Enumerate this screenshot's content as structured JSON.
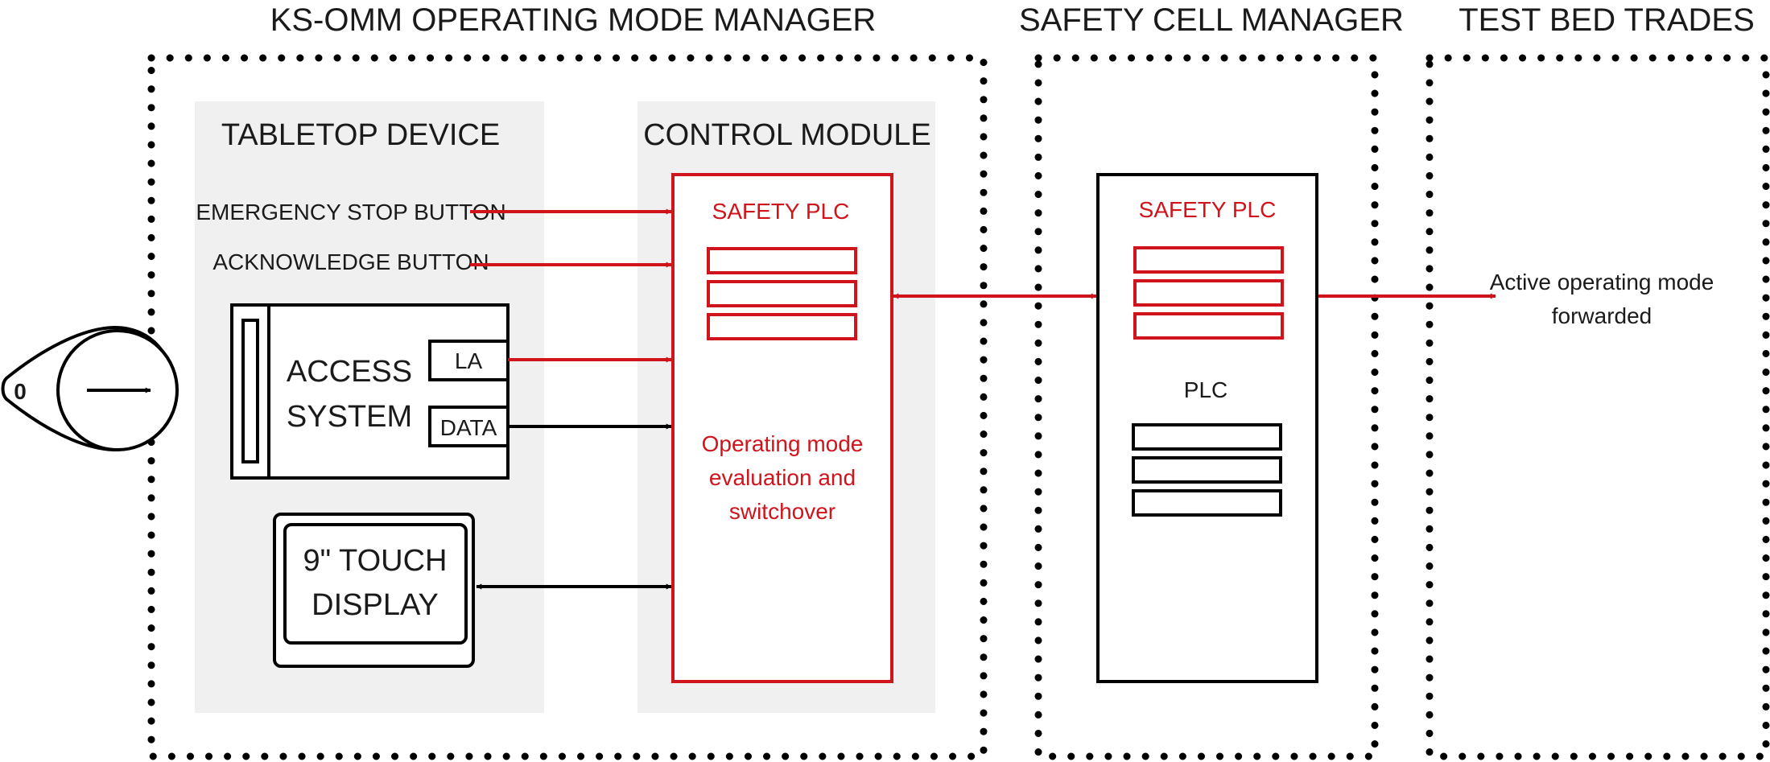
{
  "sections": {
    "omm": "KS-OMM OPERATING MODE MANAGER",
    "safety_cell": "SAFETY CELL MANAGER",
    "test_bed": "TEST BED TRADES"
  },
  "tabletop": {
    "title": "TABLETOP DEVICE",
    "emergency_stop": "EMERGENCY STOP BUTTON",
    "acknowledge": "ACKNOWLEDGE BUTTON",
    "access_line1": "ACCESS",
    "access_line2": "SYSTEM",
    "la": "LA",
    "data": "DATA",
    "display_line1": "9\" TOUCH",
    "display_line2": "DISPLAY"
  },
  "key": {
    "label": "0"
  },
  "control_module": {
    "title": "CONTROL MODULE",
    "plc": "SAFETY PLC",
    "eval_line1": "Operating mode",
    "eval_line2": "evaluation and",
    "eval_line3": "switchover"
  },
  "safety_cell": {
    "safety_plc": "SAFETY PLC",
    "plc": "PLC"
  },
  "output": {
    "line1": "Active operating mode",
    "line2": "forwarded"
  },
  "colors": {
    "accent": "#d0141c",
    "panel": "#f0f0f0",
    "line": "#000000"
  }
}
